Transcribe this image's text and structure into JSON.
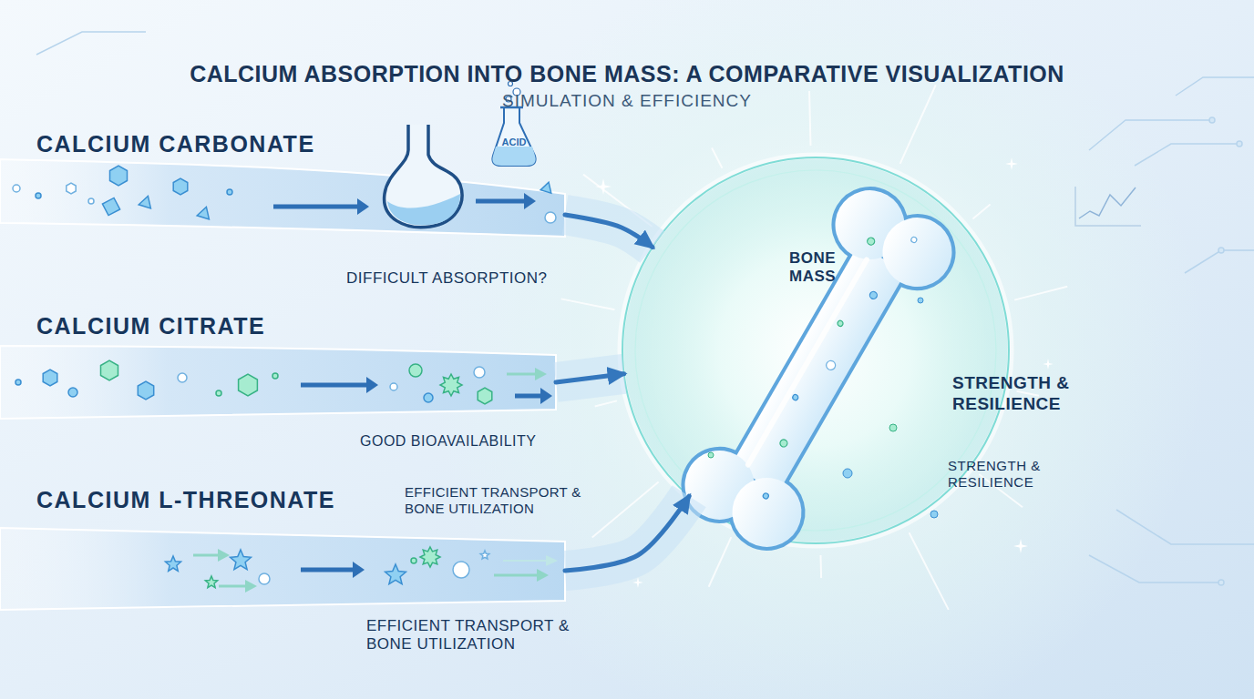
{
  "diagram": {
    "title": "CALCIUM ABSORPTION INTO BONE MASS: A COMPARATIVE VISUALIZATION",
    "nodes": [
      {
        "text": [
          "CALCIUM CARBONATE",
          "DIFFICULT ABSORPTION?"
        ]
      },
      {
        "text": [
          "CALCIUM CITRATE",
          "GOOD BIOAVAILABILITY"
        ]
      },
      {
        "text": [
          "CALCIUM L-THREONATE",
          "EFFICIENT TRANSPORT & BONE UTILIZATION",
          "EFFICIENT TRANSPORT & BONE UTILIZATION"
        ]
      },
      {
        "text": [
          "BONE MASS",
          "STRENGTH & RESILIENCE",
          "STRENGTH & RESILIENCE"
        ]
      }
    ],
    "edges": [
      {
        "from": 0,
        "to": 3,
        "arrow": "to"
      },
      {
        "from": 1,
        "to": 3,
        "arrow": "to"
      },
      {
        "from": 2,
        "to": 3,
        "arrow": "to"
      }
    ],
    "labels": [
      "SIMULATION & EFFICIENCY",
      "ACID"
    ]
  }
}
